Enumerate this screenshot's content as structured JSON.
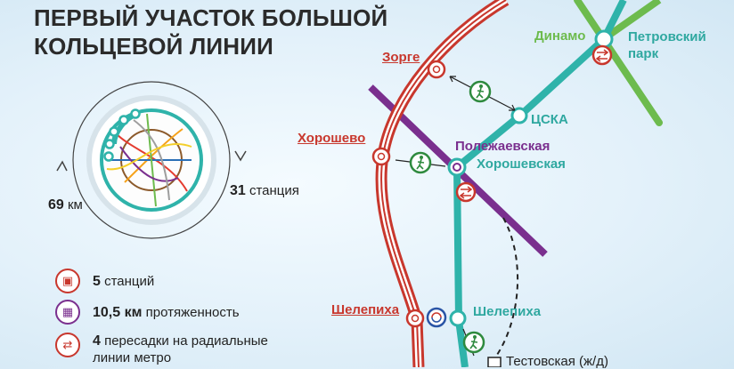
{
  "title": {
    "line1": "ПЕРВЫЙ УЧАСТОК БОЛЬШОЙ",
    "line2": "КОЛЬЦЕВОЙ ЛИНИИ"
  },
  "stats": {
    "length_value": "69",
    "length_unit": "км",
    "stations_value": "31",
    "stations_unit": "станция"
  },
  "legend": [
    {
      "value": "5",
      "text": "станций",
      "icon": "train-icon",
      "color": "#c8372d"
    },
    {
      "value": "10,5 км",
      "text": "протяженность",
      "icon": "rail-icon",
      "color": "#7a2f8e"
    },
    {
      "value": "4",
      "text": "пересадки на радиальные",
      "text2": "линии метро",
      "icon": "transfer-icon",
      "color": "#c8372d"
    }
  ],
  "stations": {
    "zorge": "Зорге",
    "khoroshevo": "Хорошево",
    "shelepikha_mck": "Шелепиха",
    "dinamo": "Динамо",
    "petrovsky_park_1": "Петровский",
    "petrovsky_park_2": "парк",
    "cska": "ЦСКА",
    "polezhaevskaya": "Полежаевская",
    "khoroshevskaya": "Хорошевская",
    "shelepikha": "Шелепиха",
    "testovskaya": "Тестовская (ж/д)"
  },
  "colors": {
    "mck": "#c8372d",
    "bcl": "#2fb3aa",
    "zamoskvoretskaya": "#6dbb4e",
    "tagansko_krasnopresnenskaya": "#7a2f8e",
    "transfer": "#2e8a3e"
  }
}
